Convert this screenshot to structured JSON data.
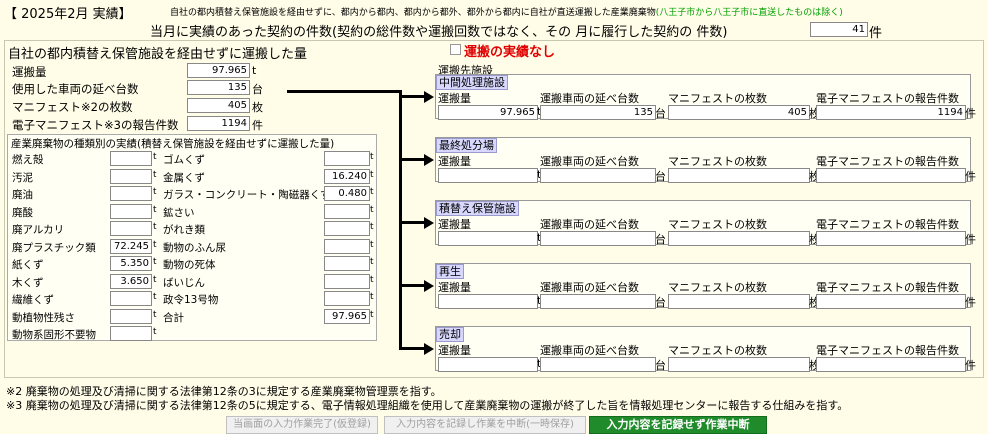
{
  "header": {
    "title": "【 2025年2月 実績】",
    "note_prefix": "自社の都内積替え保管施設を経由せずに、都内から都内、都内から都外、都外から都内に自社が直送運搬した産業廃棄物",
    "note_green": "(八王子市から八王子市に直送したものは除く)",
    "contract_label": "当月に実績のあった契約の件数(契約の総件数や運搬回数ではなく、その 月に履行した契約の 件数)",
    "contract_value": "41",
    "contract_unit": "件"
  },
  "section": {
    "title": "自社の都内積替え保管施設を経由せずに運搬した量",
    "no_activity_label": "運搬の実績なし"
  },
  "summary": [
    {
      "label": "運搬量",
      "value": "97.965",
      "unit": "t"
    },
    {
      "label": "使用した車両の延べ台数",
      "value": "135",
      "unit": "台"
    },
    {
      "label": "マニフェスト※2の枚数",
      "value": "405",
      "unit": "枚"
    },
    {
      "label": "電子マニフェスト※3の報告件数",
      "value": "1194",
      "unit": "件"
    }
  ],
  "waste_box": {
    "title": "産業廃棄物の種類別の実績(積替え保管施設を経由せずに運搬した量)",
    "left": [
      {
        "label": "燃え殻",
        "value": "",
        "unit": "t"
      },
      {
        "label": "汚泥",
        "value": "",
        "unit": "t"
      },
      {
        "label": "廃油",
        "value": "",
        "unit": "t"
      },
      {
        "label": "廃酸",
        "value": "",
        "unit": "t"
      },
      {
        "label": "廃アルカリ",
        "value": "",
        "unit": "t"
      },
      {
        "label": "廃プラスチック類",
        "value": "72.245",
        "unit": "t"
      },
      {
        "label": "紙くず",
        "value": "5.350",
        "unit": "t"
      },
      {
        "label": "木くず",
        "value": "3.650",
        "unit": "t"
      },
      {
        "label": "繊維くず",
        "value": "",
        "unit": "t"
      },
      {
        "label": "動植物性残さ",
        "value": "",
        "unit": "t"
      },
      {
        "label": "動物系固形不要物",
        "value": "",
        "unit": "t"
      }
    ],
    "right": [
      {
        "label": "ゴムくず",
        "value": "",
        "unit": "t"
      },
      {
        "label": "金属くず",
        "value": "16.240",
        "unit": "t"
      },
      {
        "label": "ガラス・コンクリート・陶磁器くず",
        "value": "0.480",
        "unit": "t"
      },
      {
        "label": "鉱さい",
        "value": "",
        "unit": "t"
      },
      {
        "label": "がれき類",
        "value": "",
        "unit": "t"
      },
      {
        "label": "動物のふん尿",
        "value": "",
        "unit": "t"
      },
      {
        "label": "動物の死体",
        "value": "",
        "unit": "t"
      },
      {
        "label": "ばいじん",
        "value": "",
        "unit": "t"
      },
      {
        "label": "政令13号物",
        "value": "",
        "unit": "t"
      },
      {
        "label": "合計",
        "value": "97.965",
        "unit": "t"
      }
    ]
  },
  "destinations": {
    "heading": "運搬先施設",
    "col_labels": [
      "運搬量",
      "運搬車両の延べ台数",
      "マニフェストの枚数",
      "電子マニフェストの報告件数"
    ],
    "col_units": [
      "t",
      "台",
      "枚",
      "件"
    ],
    "items": [
      {
        "name": "中間処理施設",
        "values": [
          "97.965",
          "135",
          "405",
          "1194"
        ]
      },
      {
        "name": "最終処分場",
        "values": [
          "",
          "",
          "",
          ""
        ]
      },
      {
        "name": "積替え保管施設",
        "values": [
          "",
          "",
          "",
          ""
        ]
      },
      {
        "name": "再生",
        "values": [
          "",
          "",
          "",
          ""
        ]
      },
      {
        "name": "売却",
        "values": [
          "",
          "",
          "",
          ""
        ]
      }
    ]
  },
  "footnotes": [
    "※2 廃棄物の処理及び清掃に関する法律第12条の3に規定する産業廃棄物管理票を指す。",
    "※3 廃棄物の処理及び清掃に関する法律第12条の5に規定する、電子情報処理組織を使用して産業廃棄物の運搬が終了した旨を情報処理センターに報告する仕組みを指す。"
  ],
  "buttons": {
    "complete": "当画面の入力作業完了(仮登録)",
    "save_suspend": "入力内容を記録し作業を中断(一時保存)",
    "suspend_no_save": "入力内容を記録せず作業中断"
  }
}
